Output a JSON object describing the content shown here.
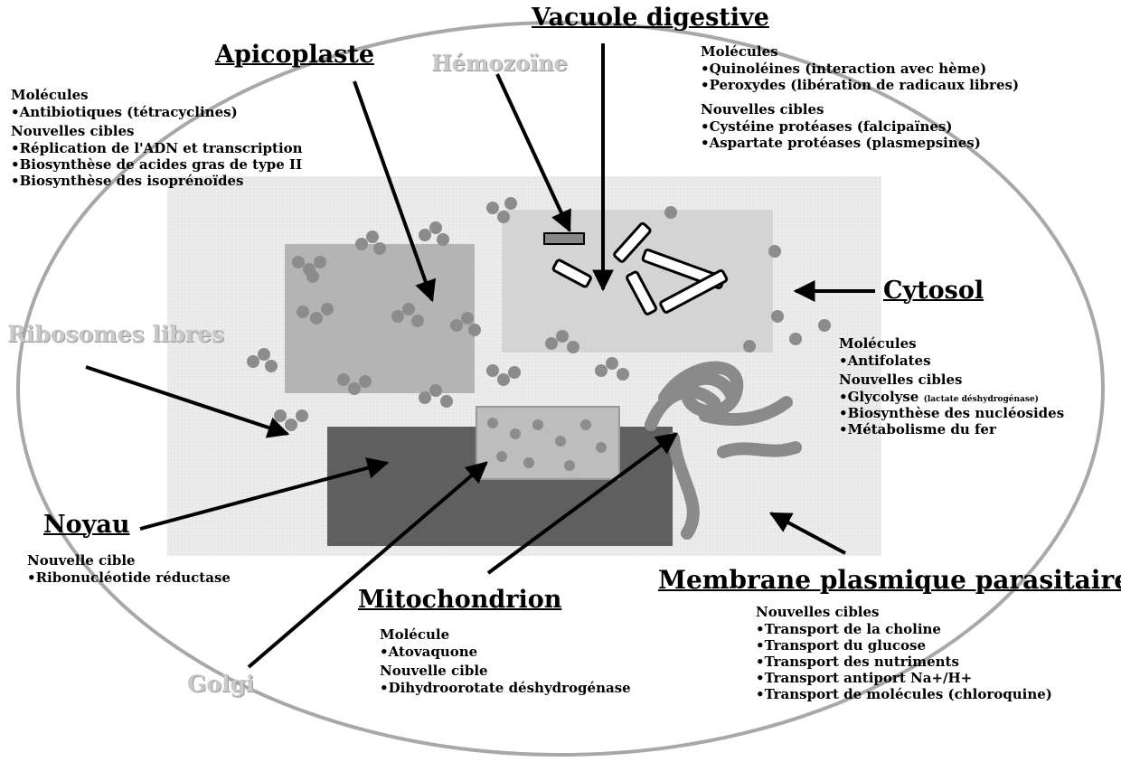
{
  "titles": {
    "vacuole": "Vacuole digestive",
    "apicoplast": "Apicoplaste",
    "hemozoine": "Hémozoïne",
    "ribosomes": "Ribosomes libres",
    "cytosol": "Cytosol",
    "noyau": "Noyau",
    "mitochondrion": "Mitochondrion",
    "golgi": "Golgi",
    "membrane": "Membrane plasmique parasitaire"
  },
  "apicoplast_info": {
    "mol_label": "Molécules",
    "molecules": [
      "•Antibiotiques (tétracyclines)"
    ],
    "targets_label": "Nouvelles cibles",
    "targets": [
      "•Réplication de l'ADN et transcription",
      "•Biosynthèse de acides gras de type II",
      "•Biosynthèse des isoprénoïdes"
    ]
  },
  "vacuole_info": {
    "mol_label": "Molécules",
    "molecules": [
      "•Quinoléines (interaction avec hème)",
      "•Peroxydes (libération de radicaux libres)"
    ],
    "targets_label": "Nouvelles cibles",
    "targets": [
      "•Cystéine protéases (falcipaïnes)",
      "•Aspartate protéases (plasmepsines)"
    ]
  },
  "cytosol_info": {
    "mol_label": "Molécules",
    "molecules": [
      "•Antifolates"
    ],
    "targets_label": "Nouvelles cibles",
    "targets": [
      "•Glycolyse",
      "•Biosynthèse des nucléosides",
      "•Métabolisme du fer"
    ],
    "glycolyse_note": "(lactate déshydrogénase)"
  },
  "noyau_info": {
    "targets_label": "Nouvelle cible",
    "targets": [
      "•Ribonucléotide réductase"
    ]
  },
  "mito_info": {
    "mol_label": "Molécule",
    "molecules": [
      "•Atovaquone"
    ],
    "targets_label": "Nouvelle cible",
    "targets": [
      "•Dihydroorotate déshydrogénase"
    ]
  },
  "membrane_info": {
    "targets_label": "Nouvelles cibles",
    "targets": [
      "•Transport de la choline",
      "•Transport du glucose",
      "•Transport des nutriments",
      "•Transport antiport Na+/H+",
      "•Transport de molécules (chloroquine)"
    ]
  },
  "colors": {
    "cell_outline": "#a8a8a8",
    "cytoplasm": "#ececec",
    "apicoplast": "#b4b4b4",
    "vacuole": "#d4d4d4",
    "nucleus": "#5f5f5f",
    "mitochondrion": "#bdbdbd",
    "ribosome": "#8c8c8c",
    "golgi": "#8a8a8a"
  }
}
